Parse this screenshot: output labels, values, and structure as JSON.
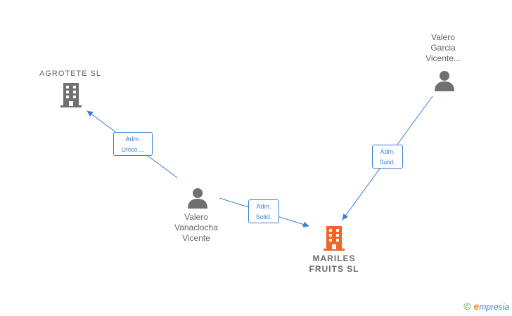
{
  "nodes": {
    "agrotete": {
      "label": "AGROTETE  SL",
      "type": "company",
      "icon": "building-icon",
      "color": "#707070"
    },
    "valero_garcia": {
      "label": "Valero\nGarcia\nVicente...",
      "type": "person",
      "icon": "person-icon",
      "color": "#707070"
    },
    "valero_vanaclocha": {
      "label": "Valero\nVanaclocha\nVicente",
      "type": "person",
      "icon": "person-icon",
      "color": "#707070"
    },
    "mariles": {
      "label": "MARILES\nFRUITS  SL",
      "type": "company",
      "icon": "building-icon",
      "color": "#f26522"
    }
  },
  "edges": [
    {
      "from": "valero_vanaclocha",
      "to": "agrotete",
      "label": "Adm.\nUnico,..."
    },
    {
      "from": "valero_vanaclocha",
      "to": "mariles",
      "label": "Adm.\nSolid."
    },
    {
      "from": "valero_garcia",
      "to": "mariles",
      "label": "Adm.\nSolid."
    }
  ],
  "colors": {
    "edge": "#3a7fd0",
    "text": "#666666"
  },
  "brand": {
    "copyright": "©",
    "e": "e",
    "rest": "mpresia"
  }
}
